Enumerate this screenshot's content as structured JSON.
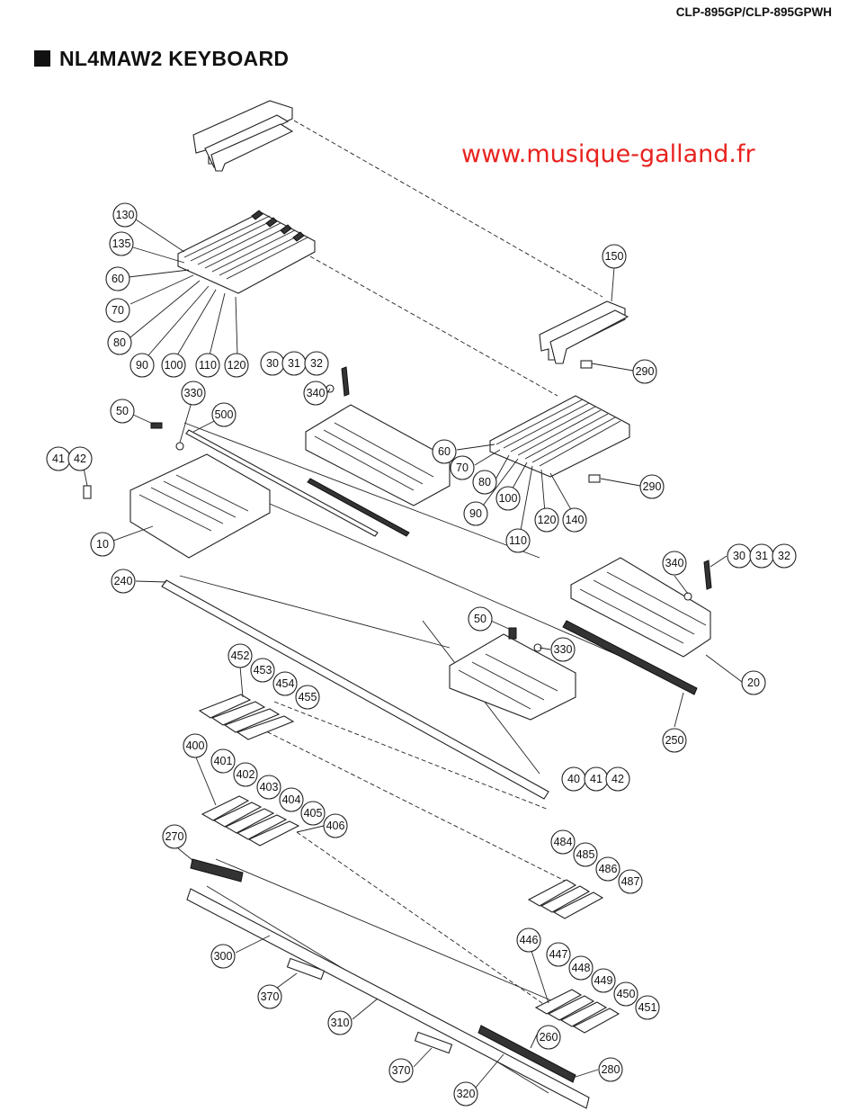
{
  "header": {
    "model": "CLP-895GP/CLP-895GPWH"
  },
  "section": {
    "title": "NL4MAW2 KEYBOARD"
  },
  "watermark": "www.musique-galland.fr",
  "callouts": {
    "c130": "130",
    "c135": "135",
    "c60a": "60",
    "c70a": "70",
    "c80a": "80",
    "c90a": "90",
    "c100a": "100",
    "c110a": "110",
    "c120a": "120",
    "c150": "150",
    "c290a": "290",
    "c30a": "30",
    "c31a": "31",
    "c32a": "32",
    "c340a": "340",
    "c330a": "330",
    "c50a": "50",
    "c500": "500",
    "c41a": "41",
    "c42a": "42",
    "c10": "10",
    "c60b": "60",
    "c70b": "70",
    "c80b": "80",
    "c90b": "90",
    "c100b": "100",
    "c110b": "110",
    "c120b": "120",
    "c140": "140",
    "c290b": "290",
    "c340b": "340",
    "c30b": "30",
    "c31b": "31",
    "c32b": "32",
    "c240": "240",
    "c50b": "50",
    "c330b": "330",
    "c20": "20",
    "c250": "250",
    "c40": "40",
    "c41b": "41",
    "c42b": "42",
    "c452": "452",
    "c453": "453",
    "c454": "454",
    "c455": "455",
    "c400": "400",
    "c401": "401",
    "c402": "402",
    "c403": "403",
    "c404": "404",
    "c405": "405",
    "c406": "406",
    "c484": "484",
    "c485": "485",
    "c486": "486",
    "c487": "487",
    "c270": "270",
    "c300": "300",
    "c370a": "370",
    "c310": "310",
    "c446": "446",
    "c447": "447",
    "c448": "448",
    "c449": "449",
    "c450": "450",
    "c451": "451",
    "c260": "260",
    "c370b": "370",
    "c280": "280",
    "c320": "320"
  }
}
